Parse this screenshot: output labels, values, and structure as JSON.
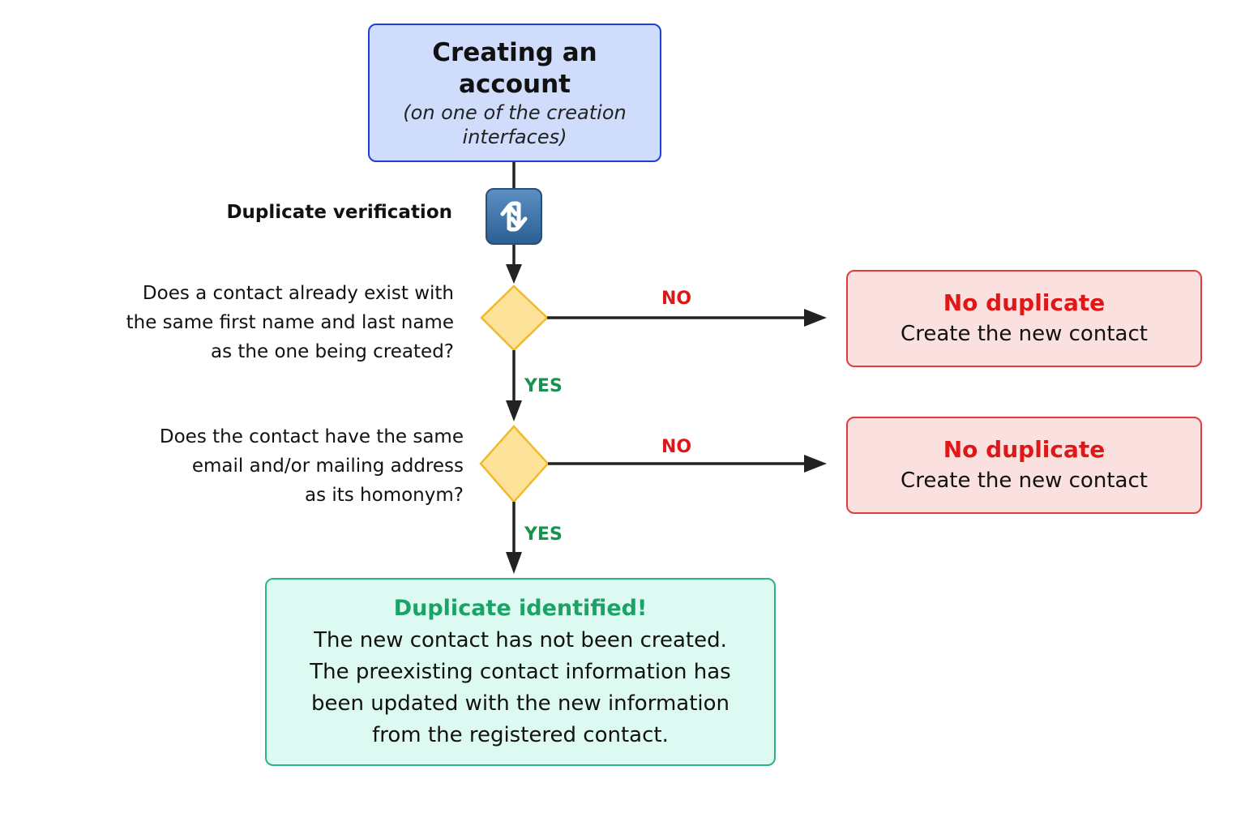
{
  "start": {
    "title_line1": "Creating an",
    "title_line2": "account",
    "subtitle_line1": "(on one of the creation",
    "subtitle_line2": "interfaces)"
  },
  "verification_label": "Duplicate verification",
  "verification_icon": "sync-arrows-icon",
  "question1": {
    "line1": "Does a contact already exist with",
    "line2": "the same first name and last name",
    "line3": "as the one being created?"
  },
  "question2": {
    "line1": "Does the contact have the same",
    "line2": "email and/or mailing address",
    "line3": "as its homonym?"
  },
  "edges": {
    "no1": "NO",
    "yes1": "YES",
    "no2": "NO",
    "yes2": "YES"
  },
  "result_no1": {
    "title": "No duplicate",
    "text": "Create the new contact"
  },
  "result_no2": {
    "title": "No duplicate",
    "text": "Create the new contact"
  },
  "result_duplicate": {
    "title": "Duplicate identified!",
    "text": "The new contact has not been created. The preexisting contact information has been updated with the new information from the registered contact."
  },
  "colors": {
    "start_fill": "#cfdcfb",
    "start_border": "#1f3fd6",
    "decision_fill": "#fde39a",
    "decision_border": "#f2b92a",
    "no_color": "#e01717",
    "yes_color": "#17934f",
    "duplicate_color": "#1ba267"
  }
}
